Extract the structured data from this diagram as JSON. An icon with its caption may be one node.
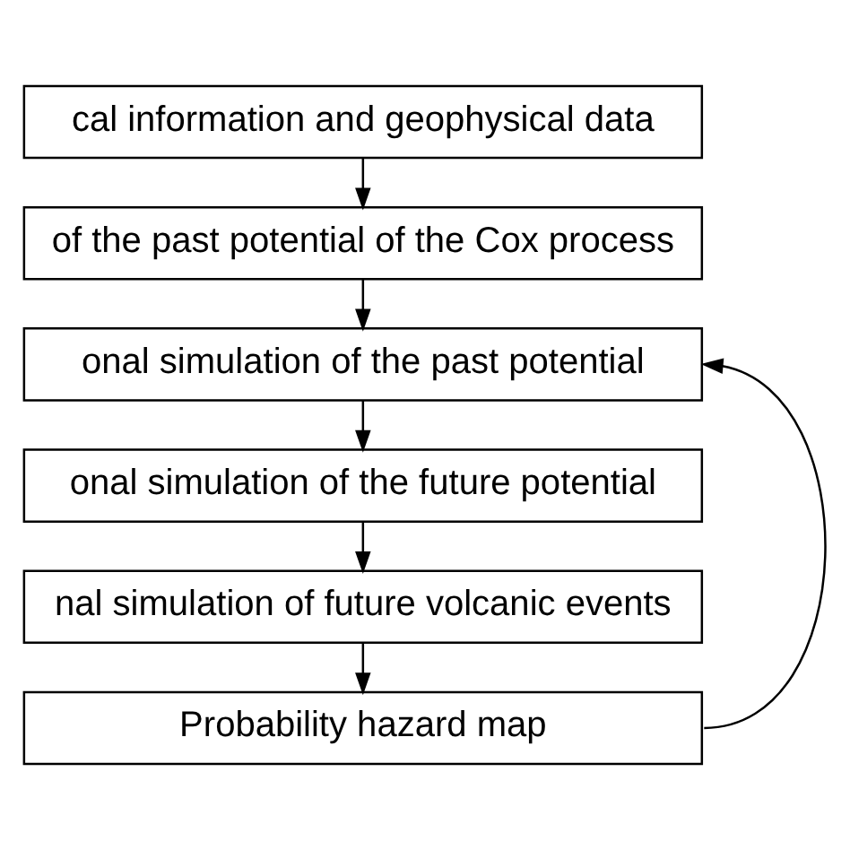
{
  "diagram": {
    "nodes": [
      {
        "text": [
          "cal information and geophysical data"
        ]
      },
      {
        "text": [
          "of the past potential of the Cox process"
        ]
      },
      {
        "text": [
          "onal simulation of the past potential"
        ]
      },
      {
        "text": [
          "onal simulation of the future potential"
        ]
      },
      {
        "text": [
          "nal simulation of future volcanic events"
        ]
      },
      {
        "text": [
          "Probability hazard map"
        ]
      }
    ],
    "edges": [
      {
        "from": 0,
        "to": 1,
        "arrow": "to"
      },
      {
        "from": 1,
        "to": 2,
        "arrow": "to"
      },
      {
        "from": 2,
        "to": 3,
        "arrow": "to"
      },
      {
        "from": 3,
        "to": 4,
        "arrow": "to"
      },
      {
        "from": 4,
        "to": 5,
        "arrow": "to"
      },
      {
        "from": 5,
        "to": 2,
        "arrow": "to"
      }
    ]
  }
}
